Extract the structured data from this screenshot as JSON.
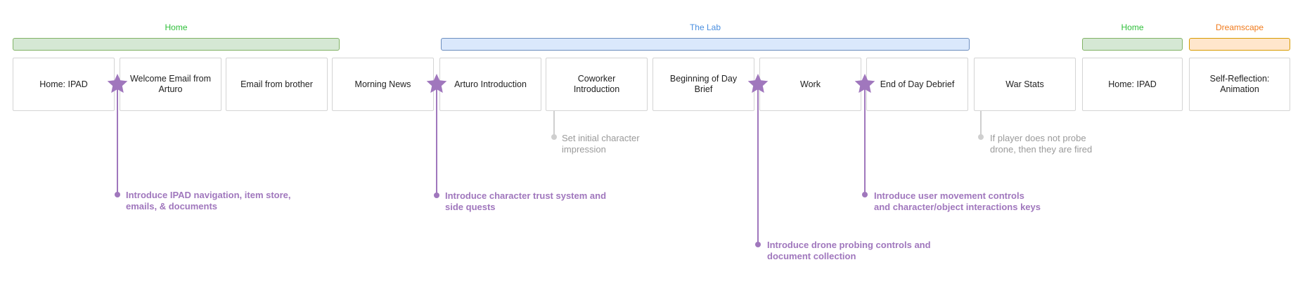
{
  "regions": [
    {
      "label": "Home",
      "color": "#2fbf3a"
    },
    {
      "label": "The Lab",
      "color": "#4a8fe0"
    },
    {
      "label": "Home",
      "color": "#2fbf3a"
    },
    {
      "label": "Dreamscape",
      "color": "#f07a1c"
    }
  ],
  "steps": [
    "Home: IPAD",
    "Welcome Email from Arturo",
    "Email from brother",
    "Morning News",
    "Arturo Introduction",
    "Coworker Introduction",
    "Beginning of Day Brief",
    "Work",
    "End of Day Debrief",
    "War Stats",
    "Home: IPAD",
    "Self-Reflection: Animation"
  ],
  "milestone_notes": [
    {
      "line1": "Introduce IPAD navigation, item store,",
      "line2": "emails, & documents"
    },
    {
      "line1": "Introduce character trust system and",
      "line2": "side quests"
    },
    {
      "line1": "Introduce drone probing controls and",
      "line2": "document collection"
    },
    {
      "line1": "Introduce user movement controls",
      "line2": "and character/object interactions keys"
    }
  ],
  "side_notes": [
    {
      "line1": "Set initial character",
      "line2": "impression"
    },
    {
      "line1": "If player does not probe",
      "line2": "drone, then they are fired"
    }
  ],
  "colors": {
    "milestone": "#a077bd",
    "side_note": "#9a9a9a",
    "home_fill": "#d5e8d4",
    "home_border": "#82b366",
    "lab_fill": "#dae8fc",
    "lab_border": "#6c8ebf",
    "dream_fill": "#ffe6cc",
    "dream_border": "#d79b00"
  }
}
